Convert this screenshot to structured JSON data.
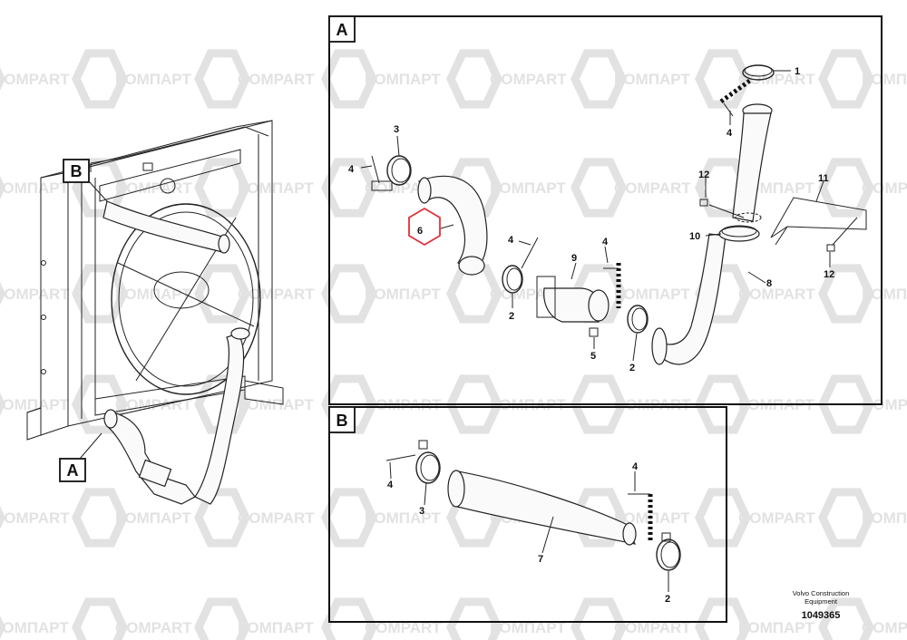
{
  "watermark": {
    "brand_latin": "COMPART",
    "brand_cyrillic": "КОМПАРТ",
    "color": "#e2e2e2"
  },
  "panels": {
    "A": {
      "tag": "A"
    },
    "B": {
      "tag": "B"
    }
  },
  "overview": {
    "callout_a": "A",
    "callout_b": "B"
  },
  "detail_a_labels": {
    "l1": "1",
    "l4a": "4",
    "l3": "3",
    "l4b": "4",
    "l6": "6",
    "l4c": "4",
    "l4d": "4",
    "l9": "9",
    "l2a": "2",
    "l5": "5",
    "l2b": "2",
    "l12a": "12",
    "l11": "11",
    "l10": "10",
    "l12b": "12",
    "l8": "8"
  },
  "detail_b_labels": {
    "l4a": "4",
    "l3": "3",
    "l4b": "4",
    "l7": "7",
    "l2": "2"
  },
  "highlight": {
    "part": "6",
    "color": "#e0303a"
  },
  "footer": {
    "maker_line1": "Volvo Construction",
    "maker_line2": "Equipment",
    "doc_number": "1049365"
  }
}
